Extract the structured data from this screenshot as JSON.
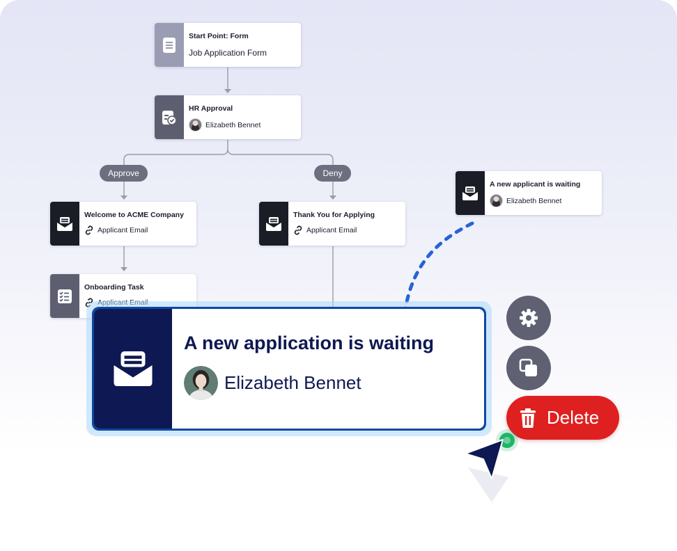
{
  "colors": {
    "node_gray": "#9a9cb3",
    "node_dark": "#5d5f71",
    "node_black": "#1b1d26",
    "big_icon_bg": "#0e1852",
    "big_border": "#0d47a1",
    "delete_red": "#df2020",
    "round_btn": "#5f6172",
    "dotted": "#2663d6",
    "cursor_green": "#1fb567"
  },
  "workflow": {
    "start": {
      "subtitle": "Start Point: Form",
      "title": "Job Application Form",
      "icon": "form-document-icon"
    },
    "approval": {
      "title": "HR Approval",
      "assignee": "Elizabeth Bennet",
      "icon": "approval-clipboard-icon"
    },
    "branches": {
      "approve": "Approve",
      "deny": "Deny"
    },
    "welcome_email": {
      "title": "Welcome to ACME Company",
      "recipient": "Applicant Email",
      "icon": "envelope-icon"
    },
    "thanks_email": {
      "title": "Thank You for Applying",
      "recipient": "Applicant Email",
      "icon": "envelope-icon"
    },
    "onboarding": {
      "title": "Onboarding Task",
      "recipient": "Applicant Email",
      "icon": "task-list-icon"
    },
    "floating_node": {
      "title": "A new applicant is waiting",
      "assignee": "Elizabeth Bennet",
      "icon": "envelope-icon"
    }
  },
  "selected_node": {
    "title": "A new application is waiting",
    "assignee": "Elizabeth Bennet",
    "icon": "envelope-icon"
  },
  "actions": {
    "settings_icon": "gear-icon",
    "duplicate_icon": "copy-icon",
    "delete_label": "Delete",
    "delete_icon": "trash-icon"
  }
}
